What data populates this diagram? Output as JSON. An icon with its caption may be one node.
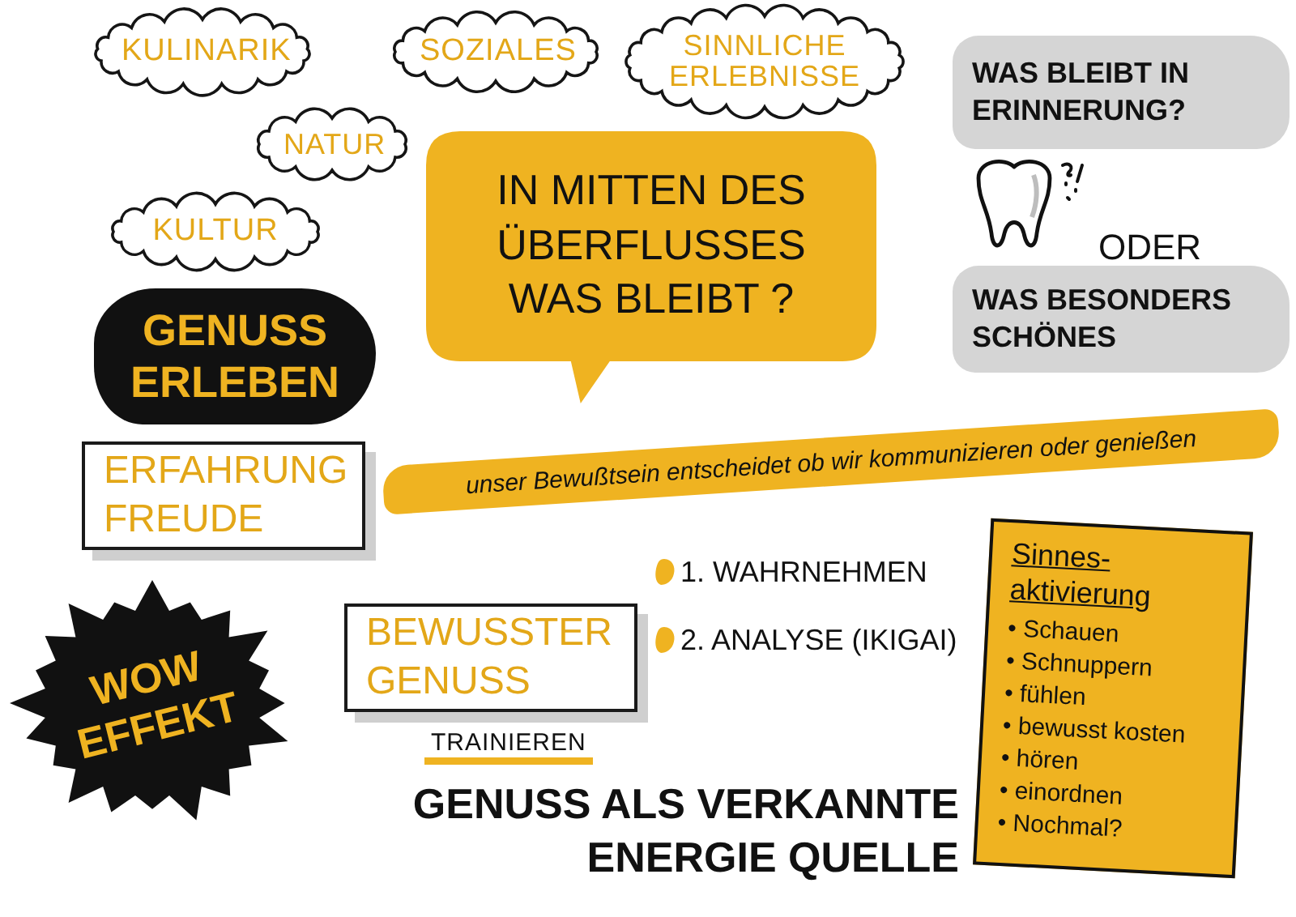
{
  "diagram": {
    "nodes": [
      {
        "text": [
          "KULINARIK"
        ]
      },
      {
        "text": [
          "SOZIALES"
        ]
      },
      {
        "text": [
          "SINNLICHE ERLEBNISSE"
        ]
      },
      {
        "text": [
          "WAS BLEIBT IN ERINNERUNG?"
        ]
      },
      {
        "text": [
          "NATUR"
        ]
      },
      {
        "text": [
          "KULTUR"
        ]
      },
      {
        "text": [
          "IN MITTEN DES ÜBERFLUSSES WAS BLEIBT ?"
        ]
      },
      {
        "text": [
          "GENUSS ERLEBEN"
        ]
      },
      {
        "text": [
          "WAS BESONDERS SCHÖNES"
        ]
      },
      {
        "text": [
          "unser Bewußtsein entscheidet ob wir kommunizieren oder genießen"
        ]
      },
      {
        "text": [
          "ERFAHRUNG FREUDE"
        ]
      },
      {
        "text": [
          "Sinnes- aktivierung",
          "• Schauen",
          "• Schnuppern",
          "• fühlen",
          "• bewusst kosten",
          "• hören",
          "• einordnen",
          "• Nochmal?"
        ]
      },
      {
        "text": [
          "BEWUSSTER GENUSS"
        ],
        "beside": [
          "TRAINIEREN"
        ]
      },
      {
        "text": [
          "WOW EFFEKT"
        ]
      }
    ],
    "labels": [
      "ODER",
      "1. WAHRNEHMEN",
      "2. ANALYSE (IKIGAI)",
      "GENUSS ALS VERKANNTE ENERGIE QUELLE"
    ]
  }
}
